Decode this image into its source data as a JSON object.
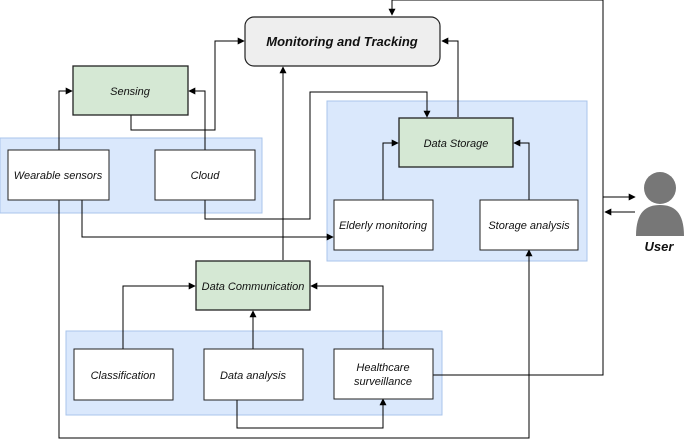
{
  "diagram": {
    "title": "Monitoring and Tracking",
    "nodes": {
      "sensing": "Sensing",
      "wearable_sensors": "Wearable sensors",
      "cloud": "Cloud",
      "data_storage": "Data Storage",
      "elderly_monitoring": "Elderly monitoring",
      "storage_analysis": "Storage analysis",
      "data_communication": "Data Communication",
      "classification": "Classification",
      "data_analysis": "Data analysis",
      "healthcare_surveillance_line1": "Healthcare",
      "healthcare_surveillance_line2": "surveillance"
    },
    "user_label": "User"
  },
  "colors": {
    "group_fill": "#dae8fc",
    "group_stroke": "#a9c4eb",
    "green_fill": "#d5e8d4",
    "title_fill": "#eeeeee",
    "line": "#000000",
    "user_icon": "#777777"
  }
}
